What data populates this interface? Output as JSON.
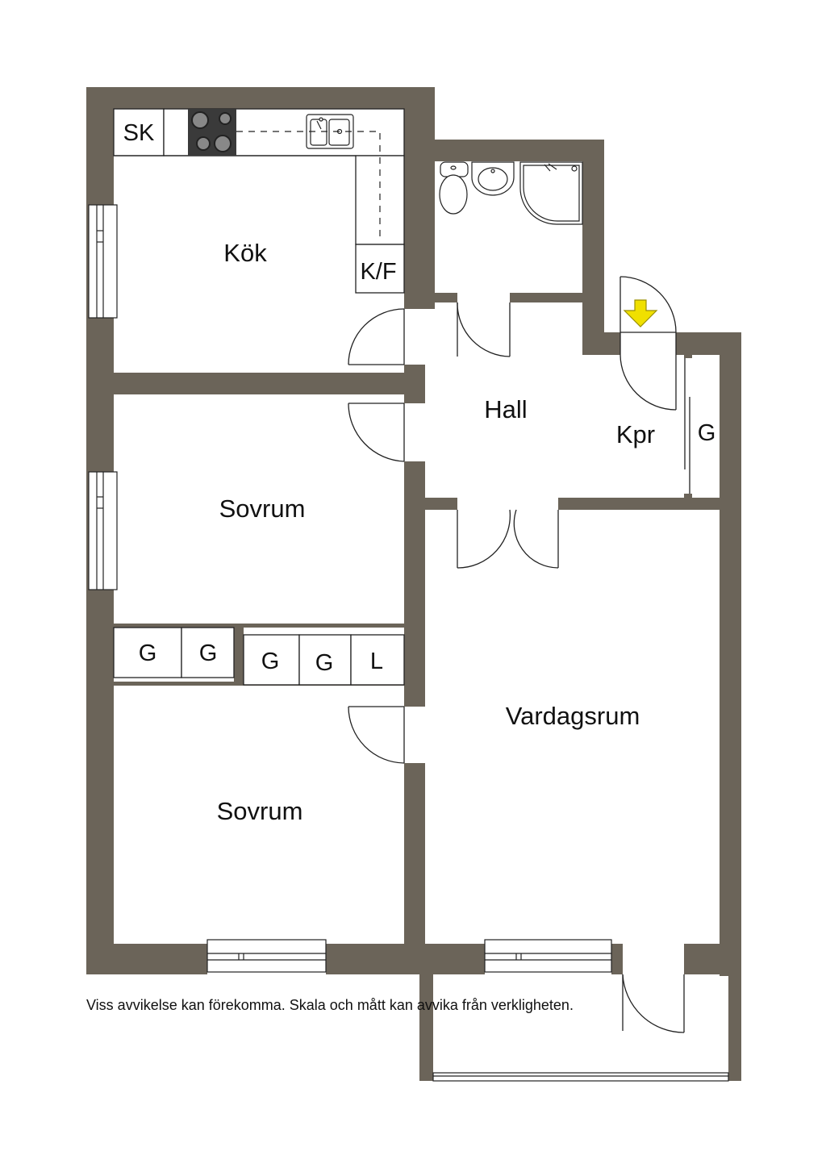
{
  "colors": {
    "wall": "#6b6459",
    "entrance_arrow": "#f0e000",
    "line": "#222222",
    "background": "#ffffff"
  },
  "rooms": {
    "kitchen": "Kök",
    "hall": "Hall",
    "kpr": "Kpr",
    "bedroom_1": "Sovrum",
    "bedroom_2": "Sovrum",
    "living_room": "Vardagsrum"
  },
  "fixtures": {
    "sk": "SK",
    "kf": "K/F",
    "hall_closet": "G",
    "wardrobe_1": "G",
    "wardrobe_2": "G",
    "wardrobe_3": "G",
    "wardrobe_4": "G",
    "linen": "L"
  },
  "icons": [
    "stove-icon",
    "sink-icon",
    "toilet-icon",
    "washbasin-icon",
    "shower-icon",
    "entrance-arrow-icon"
  ],
  "disclaimer": "Viss avvikelse kan förekomma. Skala och mått kan avvika från verkligheten."
}
